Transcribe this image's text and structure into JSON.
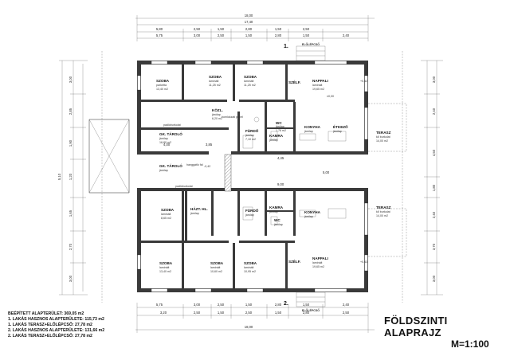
{
  "title": "FÖLDSZINTI ALAPRAJZ",
  "scale": "M=1:100",
  "summary": [
    "BEÉPÍTETT ALAPTERÜLET: 369,05 m2",
    "1. LAKÁS HASZNOS ALAPTERÜLETE: 115,73 m2",
    "1. LAKÁS TERASZ+ELŐLÉPCSŐ: 27,78 m2",
    "2. LAKÁS HASZNOS ALAPTERÜLETE: 131,66 m2",
    "2. LAKÁS TERASZ+ELŐLÉPCSŐ: 27,78 m2"
  ],
  "unit_markers": [
    "1.",
    "2."
  ],
  "entrance_labels": [
    "ELŐLÉPCSŐ",
    "ELŐLÉPCSŐ"
  ],
  "rooms_top": [
    {
      "name": "SZOBA",
      "sub": "parketta",
      "area": "13,40 m2"
    },
    {
      "name": "SZOBA",
      "sub": "laminált",
      "area": "11,25 m2"
    },
    {
      "name": "SZOBA",
      "sub": "laminált",
      "area": "11,25 m2"
    },
    {
      "name": "NAPPALI",
      "sub": "laminált",
      "area": "19,65 m2"
    },
    {
      "name": "KÖZL.",
      "sub": "járólap",
      "area": "6,20 m2"
    },
    {
      "name": "FÜRDŐ",
      "sub": "járólap",
      "area": "7,10 m2"
    },
    {
      "name": "WC",
      "sub": "járólap",
      "area": "1,76 m2"
    },
    {
      "name": "KONYHA",
      "sub": "járólap",
      "area": ""
    },
    {
      "name": "ÉTKEZŐ",
      "sub": "járólap",
      "area": ""
    },
    {
      "name": "KAMRA",
      "sub": "járólap",
      "area": ""
    },
    {
      "name": "SZÉLF.",
      "sub": "",
      "area": ""
    },
    {
      "name": "TERASZ",
      "sub": "kő burkolat",
      "area": "14,00 m2"
    },
    {
      "name": "GK. TÁROLÓ",
      "sub": "járólap",
      "area": "16,80 m2"
    }
  ],
  "rooms_bottom": [
    {
      "name": "GK. TÁROLÓ",
      "sub": "járólap",
      "area": ""
    },
    {
      "name": "SZOBA",
      "sub": "laminált",
      "area": "8,65 m2"
    },
    {
      "name": "HÁZT. HL.",
      "sub": "járólap",
      "area": ""
    },
    {
      "name": "FÜRDŐ",
      "sub": "járólap",
      "area": ""
    },
    {
      "name": "KAMRA",
      "sub": "járólap",
      "area": ""
    },
    {
      "name": "KONYHA",
      "sub": "járólap",
      "area": ""
    },
    {
      "name": "WC",
      "sub": "járólap",
      "area": ""
    },
    {
      "name": "SZOBA",
      "sub": "laminált",
      "area": "13,40 m2"
    },
    {
      "name": "SZOBA",
      "sub": "laminált",
      "area": "10,60 m2"
    },
    {
      "name": "SZOBA",
      "sub": "laminált",
      "area": "10,95 m2"
    },
    {
      "name": "NAPPALI",
      "sub": "laminált",
      "area": "19,65 m2"
    },
    {
      "name": "SZÉLF.",
      "sub": "",
      "area": ""
    },
    {
      "name": "TERASZ",
      "sub": "kő burkolat",
      "area": "14,00 m2"
    }
  ],
  "corridor_labels": [
    "padlóburkolat",
    "homlokzati panel",
    "hanggátló fal",
    "padlóburkolat"
  ],
  "dims_top_total": "18,00",
  "dims_top_row1": [
    "17,40"
  ],
  "dims_top_row2": [
    "5,80",
    "2,50",
    "1,50",
    "2,80",
    "1,50",
    "2,50"
  ],
  "dims_top_row3": [
    "5,75",
    "3,00",
    "2,50",
    "1,50",
    "2,80",
    "1,50",
    "2,40"
  ],
  "dims_bottom_row1": [
    "5,75",
    "3,00",
    "2,50",
    "1,50",
    "2,80",
    "1,50",
    "2,40"
  ],
  "dims_bottom_row2": [
    "3,20",
    "2,50",
    "1,50",
    "2,50",
    "1,50",
    "2,80",
    "2,50"
  ],
  "dims_bottom_total": "18,00",
  "dims_left": [
    "3,00",
    "2,85",
    "1,90",
    "1,20",
    "5,10",
    "1,65",
    "2,70",
    "3,00"
  ],
  "dims_right": [
    "3,00",
    "2,40",
    "4,50",
    "1,80",
    "2,40",
    "3,70",
    "3,00"
  ],
  "dims_inner": [
    "4,00",
    "3,85",
    "4,45",
    "5,00",
    "9,00"
  ],
  "elev_marks": [
    "+0,42",
    "±0,00",
    "-0,42",
    "+0,43"
  ]
}
